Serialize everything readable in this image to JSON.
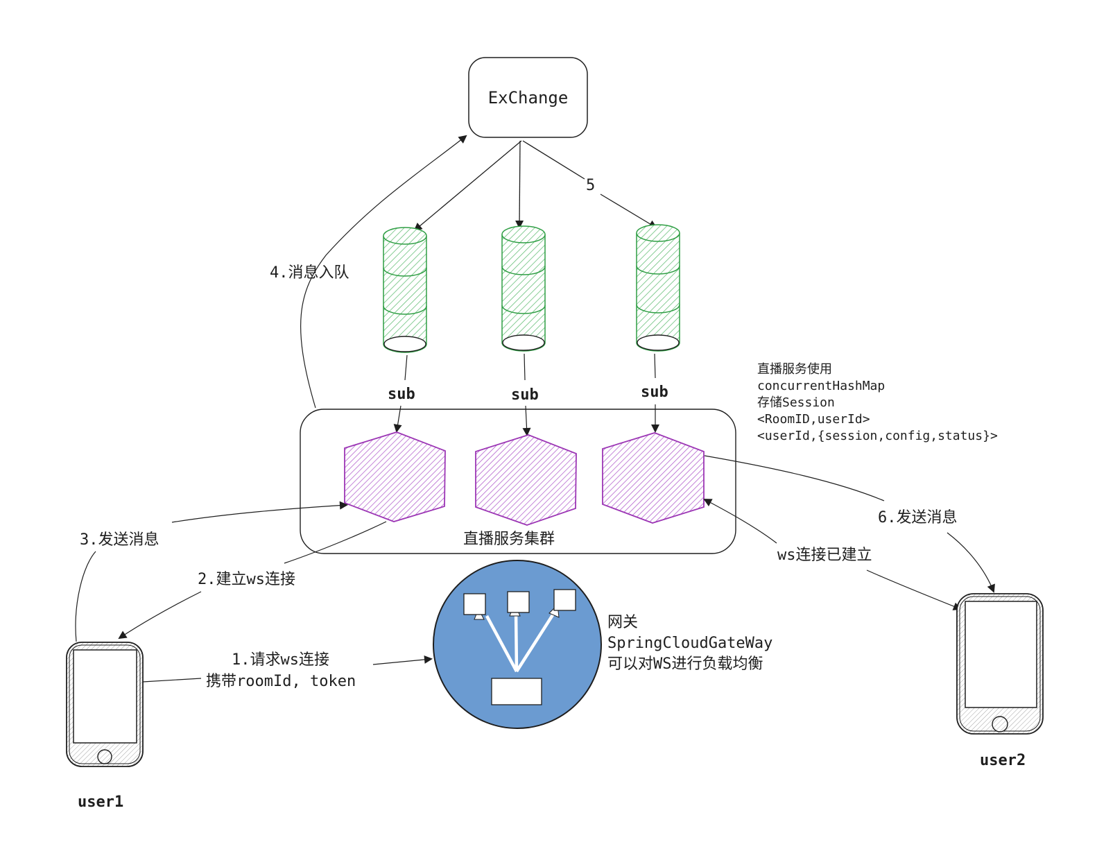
{
  "exchange": {
    "label": "ExChange"
  },
  "queues": {
    "sub_labels": [
      "sub",
      "sub",
      "sub"
    ]
  },
  "cluster": {
    "label": "直播服务集群"
  },
  "note": {
    "lines": [
      "直播服务使用",
      "concurrentHashMap",
      "存储Session",
      "<RoomID,userId>",
      "<userId,{session,config,status}>"
    ]
  },
  "gateway": {
    "lines": [
      "网关",
      "SpringCloudGateWay",
      "可以对WS进行负载均衡"
    ]
  },
  "steps": {
    "step1_line1": "1.请求ws连接",
    "step1_line2": "携带roomId, token",
    "step2": "2.建立ws连接",
    "step3": "3.发送消息",
    "step4": "4.消息入队",
    "step5": "5",
    "step6": "6.发送消息",
    "ws_established": "ws连接已建立"
  },
  "users": {
    "user1": "user1",
    "user2": "user2"
  },
  "colors": {
    "queue_green": "#2f9e44",
    "queue_fill": "#b2f2bb",
    "hex_purple": "#9c36b5",
    "gateway_blue": "#6b9bd1",
    "stroke": "#1e1e1e"
  }
}
